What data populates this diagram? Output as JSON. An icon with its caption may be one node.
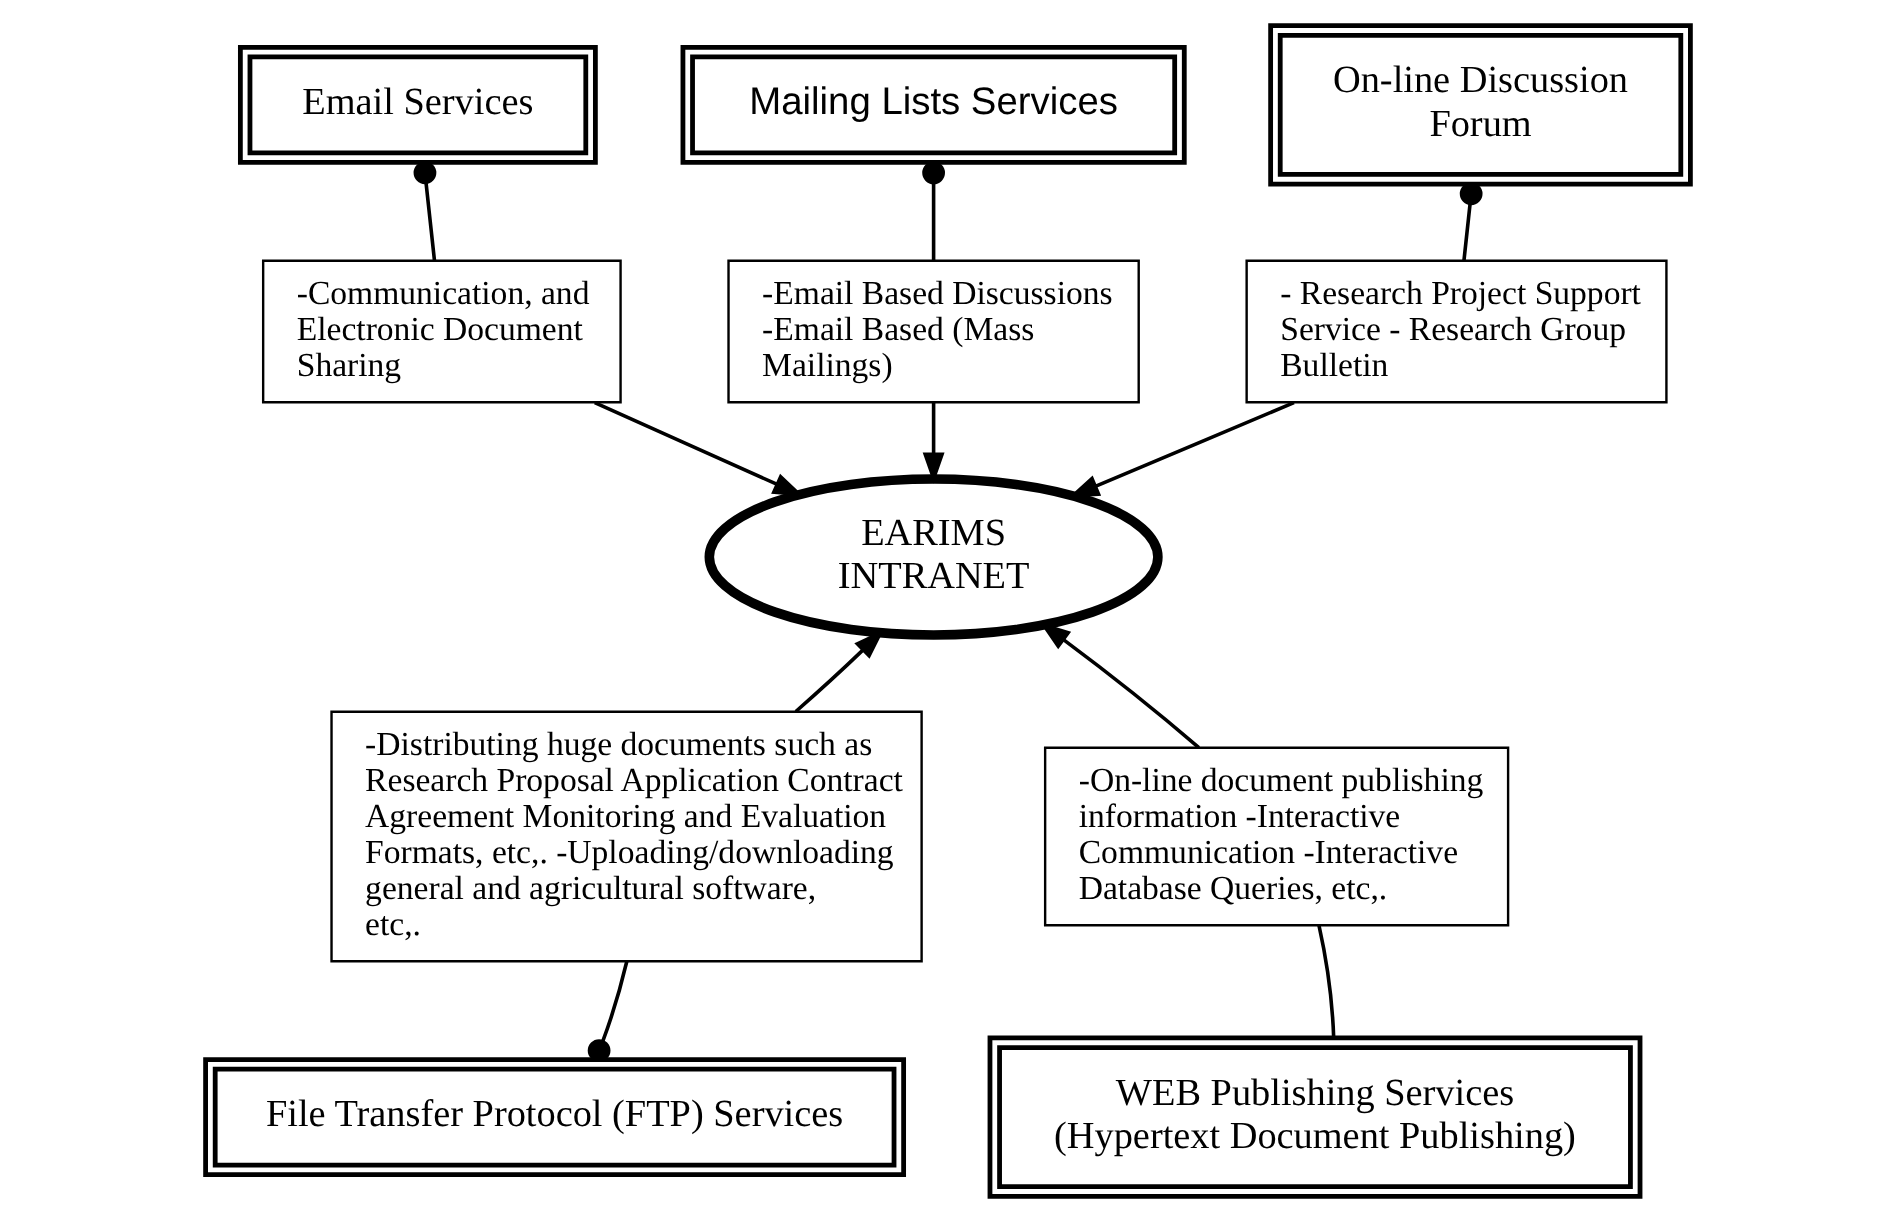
{
  "diagram": {
    "nodes": [
      {
        "text": [
          "Email Services"
        ]
      },
      {
        "text": [
          "Mailing Lists Services"
        ]
      },
      {
        "text": [
          "On-line Discussion Forum"
        ]
      },
      {
        "text": [
          "-Communication, and Electronic Document Sharing"
        ]
      },
      {
        "text": [
          "-Email Based Discussions -Email Based (Mass Mailings)"
        ]
      },
      {
        "text": [
          "- Research Project Support Service - Research Group Bulletin"
        ]
      },
      {
        "text": [
          "EARIMS INTRANET"
        ]
      },
      {
        "text": [
          "-Distributing huge documents such as Research Proposal Application Contract Agreement Monitoring and Evaluation Formats, etc,. -Uploading/downloading general and agricultural software, etc,."
        ]
      },
      {
        "text": [
          "-On-line document publishing information -Interactive Communication -Interactive Database Queries, etc,."
        ]
      },
      {
        "text": [
          "File Transfer Protocol (FTP) Services"
        ]
      },
      {
        "text": [
          "WEB Publishing Services",
          "(Hypertext Document Publishing)"
        ]
      }
    ],
    "edges": [
      {
        "from": 0,
        "to": 3,
        "arrow": "other"
      },
      {
        "from": 1,
        "to": 4,
        "arrow": "other"
      },
      {
        "from": 2,
        "to": 5,
        "arrow": "other"
      },
      {
        "from": 3,
        "to": 6,
        "arrow": "to"
      },
      {
        "from": 4,
        "to": 6,
        "arrow": "to"
      },
      {
        "from": 5,
        "to": 6,
        "arrow": "to"
      },
      {
        "from": 7,
        "to": 6,
        "arrow": "to"
      },
      {
        "from": 8,
        "to": 6,
        "arrow": "to"
      },
      {
        "from": 9,
        "to": 7,
        "arrow": "other"
      },
      {
        "from": 10,
        "to": 8,
        "arrow": "none"
      }
    ]
  }
}
